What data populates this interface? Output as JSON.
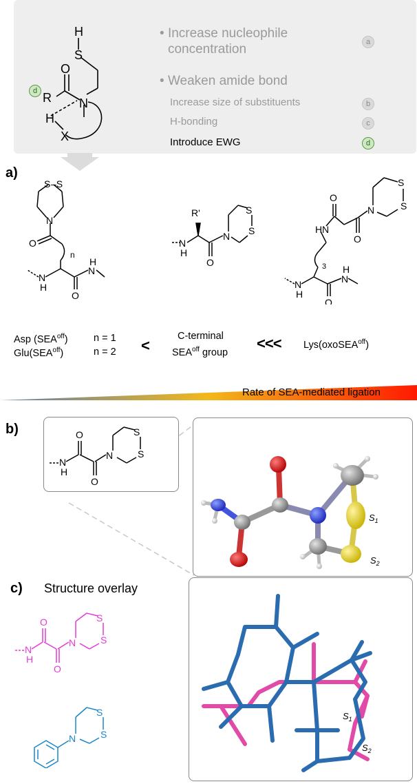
{
  "top_panel": {
    "atoms": {
      "H": "H",
      "S": "S",
      "O": "O",
      "N": "N",
      "R": "R",
      "H2": "H",
      "X": "X"
    },
    "badge_R": "d",
    "strategies": [
      {
        "text": "Increase nucleophile concentration",
        "line1": "Increase nucleophile",
        "line2": "concentration",
        "badge": "a"
      },
      {
        "text": "Weaken amide bond",
        "badge": ""
      }
    ],
    "sub_strategies": [
      {
        "text": "Increase size of substituents",
        "badge": "b"
      },
      {
        "text": "H-bonding",
        "badge": "c"
      },
      {
        "text": "Introduce EWG",
        "badge": "d"
      }
    ]
  },
  "panel_a": {
    "label": "a)",
    "asp_name": "Asp (SEA",
    "glu_name": "Glu(SEA",
    "off": "off",
    "asp_n": "n = 1",
    "glu_n": "n = 2",
    "lt": "<",
    "cterm_line1": "C-terminal",
    "cterm_line2a": "SEA",
    "cterm_line2b": "group",
    "lll": "<<<",
    "lys": "Lys(oxoSEA",
    "close": ")",
    "n": "n",
    "three": "3",
    "rprime": "R'",
    "rate": "Rate of SEA-mediated ligation"
  },
  "panel_b": {
    "label": "b)",
    "s1": "S",
    "s1_sub": "1",
    "s2": "S",
    "s2_sub": "2"
  },
  "panel_c": {
    "label": "c)",
    "title": "Structure overlay",
    "s1": "S",
    "s1_sub": "1",
    "s2": "S",
    "s2_sub": "2"
  },
  "colors": {
    "top_panel_bg": "#eeeeee",
    "magenta": "#e63ad6",
    "blue": "#1a86c8",
    "oxygen": "#dd1111",
    "nitrogen": "#2233dd",
    "sulfur": "#e2d23a",
    "carbon": "#8f8f8f",
    "gradient_start": "#5f7fa8",
    "gradient_mid": "#f2b81a",
    "gradient_end": "#ff1a00"
  }
}
